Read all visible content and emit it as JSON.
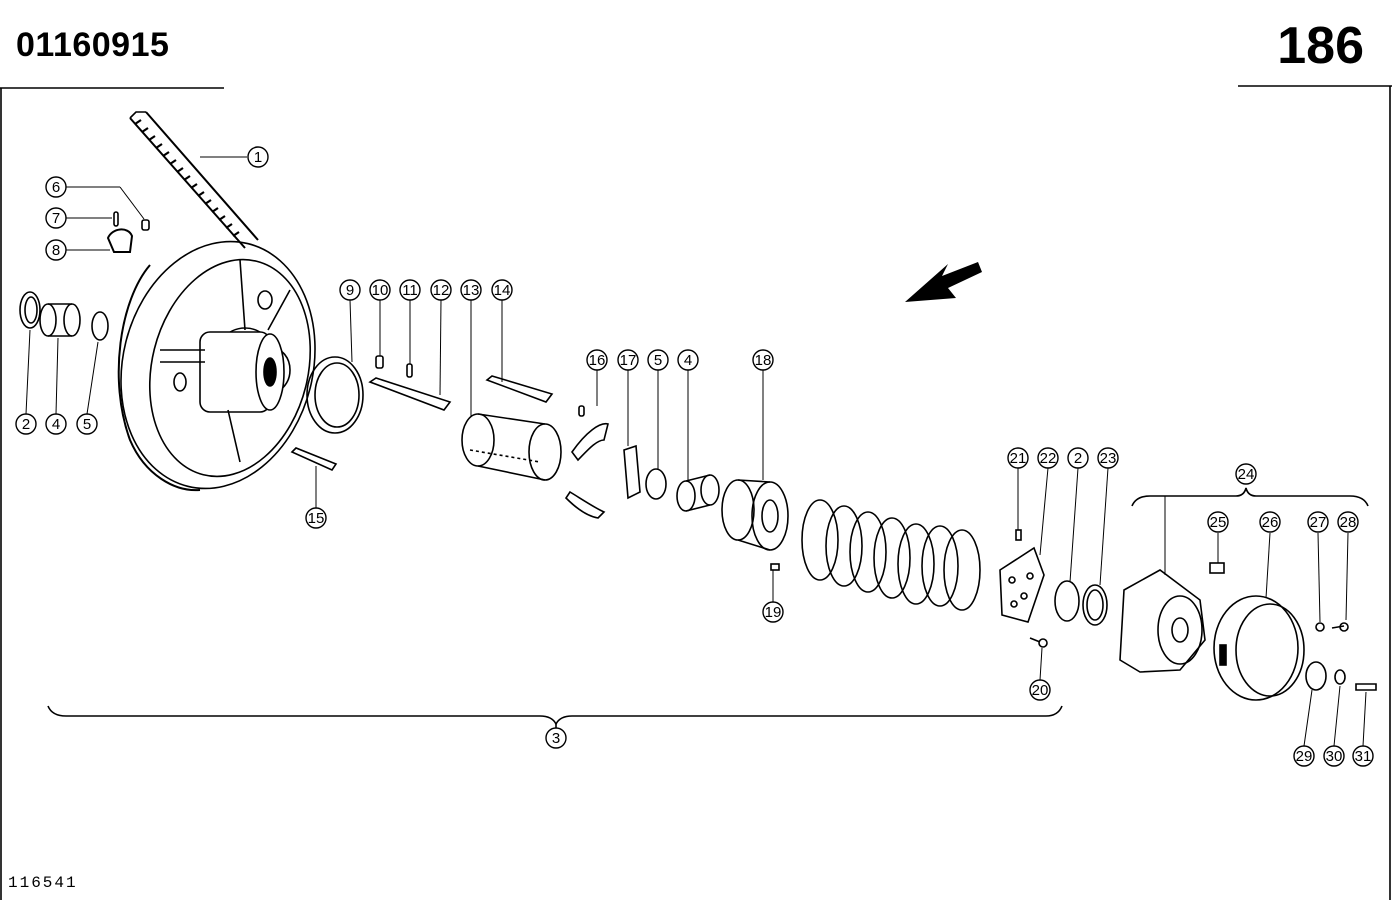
{
  "header": {
    "part_number": "01160915",
    "page_number": "186"
  },
  "footer": {
    "drawing_id": "116541"
  },
  "callouts": [
    "1",
    "2",
    "3",
    "4",
    "5",
    "6",
    "7",
    "8",
    "9",
    "10",
    "11",
    "12",
    "13",
    "14",
    "15",
    "16",
    "17",
    "18",
    "19",
    "20",
    "21",
    "22",
    "23",
    "24",
    "25",
    "26",
    "27",
    "28",
    "29",
    "30",
    "31"
  ],
  "assembly_direction_icon": "arrow-left-icon"
}
